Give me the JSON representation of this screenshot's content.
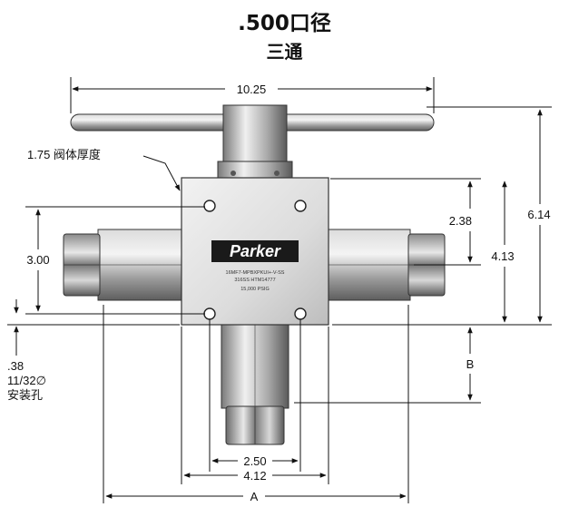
{
  "header": {
    "title": ".500口径",
    "subtitle": "三通"
  },
  "dimensions": {
    "handle_width": "10.25",
    "body_thickness": "1.75 阀体厚度",
    "hole_spacing_vertical": "2.38",
    "overall_height": "6.14",
    "body_to_hole": "4.13",
    "port_height": "3.00",
    "hole_offset": ".38",
    "hole_size": "11/32∅",
    "hole_label": "安装孔",
    "bottom_port_length": "B",
    "hole_spacing_horizontal": "2.50",
    "body_width": "4.12",
    "overall_width": "A"
  },
  "nameplate": {
    "brand": "Parker",
    "line1": "16MF7-MPBXPKUI+-V-SS",
    "line2": "316SS HTM14777",
    "line3": "15,000 PSIG"
  },
  "colors": {
    "line": "#111111",
    "steel_light": "#f0f0f0",
    "steel_dark": "#6a6a6a",
    "plate_bg": "#1a1a1a"
  }
}
